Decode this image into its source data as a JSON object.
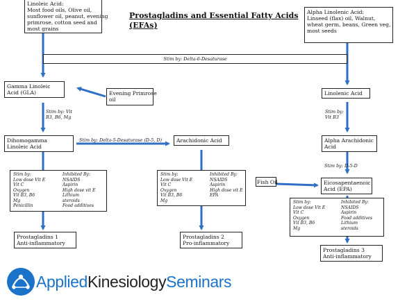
{
  "title": [
    "Prostagladins and Essential Fatty Acids",
    "(EFAs)"
  ],
  "nodes": {
    "linoleic": [
      "Linoleic Acid:",
      "Most food oils, Olive oil,",
      "sunflower oil, peanut, evening",
      "primrose, cotton seed and",
      "most grains"
    ],
    "alpha_linolenic": [
      "Alpha Linolenic Acid:",
      "Linseed (flax) oil, Walnut,",
      "wheat germ, beans, Green veg,",
      "most seeds"
    ],
    "gla": [
      "Gamma Linoleic",
      "Acid (GLA)"
    ],
    "evening_primrose": [
      "Evening Primrose",
      "oil"
    ],
    "linolenic": [
      "Linolenic Acid"
    ],
    "dihomogamma": [
      "Dihomogamma",
      "Linoleic Acid"
    ],
    "arachidonic": [
      "Arachidonic Acid"
    ],
    "alpha_arachidonic": [
      "Alpha Arachidonic",
      "Acid"
    ],
    "fish_oil": [
      "Fish Oil"
    ],
    "epa": [
      "Eicosapentaenoic",
      "Acid (EPA)"
    ],
    "pg1": [
      "Prostagladins 1",
      "Anti-inflammatory"
    ],
    "pg2": [
      "Prostagladins 2",
      "Pro-inflammatory"
    ],
    "pg3": [
      "Prostagladins 3",
      "Anti-inflammatory"
    ]
  },
  "stim_labels": {
    "d6d": "Stim by: Delta-6-Desaturase",
    "vit_b3_b6_mg": [
      "Stim by: Vit",
      "B3, B6, Mg"
    ],
    "vit_b3": [
      "Stim by:",
      "Vit B3"
    ],
    "d5d": "Stim by: Delta-5-Desaturase (D-5, D)",
    "d5d_short": "Stim by: D-5-D"
  },
  "factor_boxes": {
    "pg1": {
      "stim": [
        "Stim by:",
        "Low dose Vit E",
        "Vit C",
        "Oxygen",
        "Vit B3, B6",
        "Mg",
        "Penicillin"
      ],
      "inhib": [
        "Inhibited By:",
        "NSAIDS",
        "Aspirin",
        "High dose vit E",
        "Lithium",
        "steroids",
        "Food additives"
      ]
    },
    "pg2": {
      "stim": [
        "Stim by:",
        "Low dose Vit E",
        "Vit C",
        "Oxygen",
        "Vit B3, B6",
        "Mg"
      ],
      "inhib": [
        "Inhibited By:",
        "NSAIDS",
        "Aspirin",
        "High dose vit E",
        "EPA"
      ]
    },
    "pg3": {
      "stim": [
        "Stim by:",
        "Low dose Vit E",
        "Vit C",
        "Oxygen",
        "Vit B3, B6",
        "Mg"
      ],
      "inhib": [
        "Inhibited By:",
        "NSAIDS",
        "Aspirin",
        "Food additives",
        "Lithium",
        "steroids"
      ]
    }
  },
  "logo": {
    "part1": "Applied",
    "part2": "Kinesiology",
    "part3": "Seminars"
  },
  "colors": {
    "arrow": "#2f6fc4",
    "logo_blue": "#1a73c8",
    "logo_dark": "#222222"
  }
}
